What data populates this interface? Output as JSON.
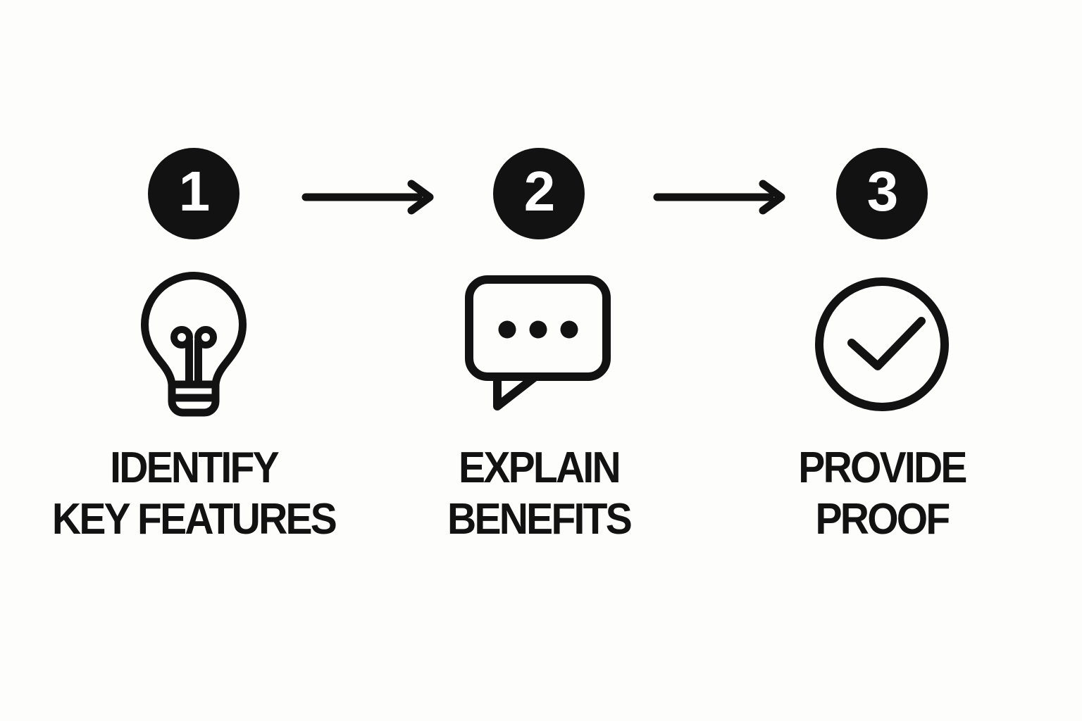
{
  "colors": {
    "ink": "#121212",
    "paper": "#fdfdfc",
    "badge_number": "#ffffff"
  },
  "steps": [
    {
      "number": "1",
      "icon": "lightbulb-icon",
      "label_line1": "IDENTIFY",
      "label_line2": "KEY FEATURES"
    },
    {
      "number": "2",
      "icon": "speech-bubble-icon",
      "label_line1": "EXPLAIN",
      "label_line2": "BENEFITS"
    },
    {
      "number": "3",
      "icon": "check-circle-icon",
      "label_line1": "PROVIDE",
      "label_line2": "PROOF"
    }
  ]
}
